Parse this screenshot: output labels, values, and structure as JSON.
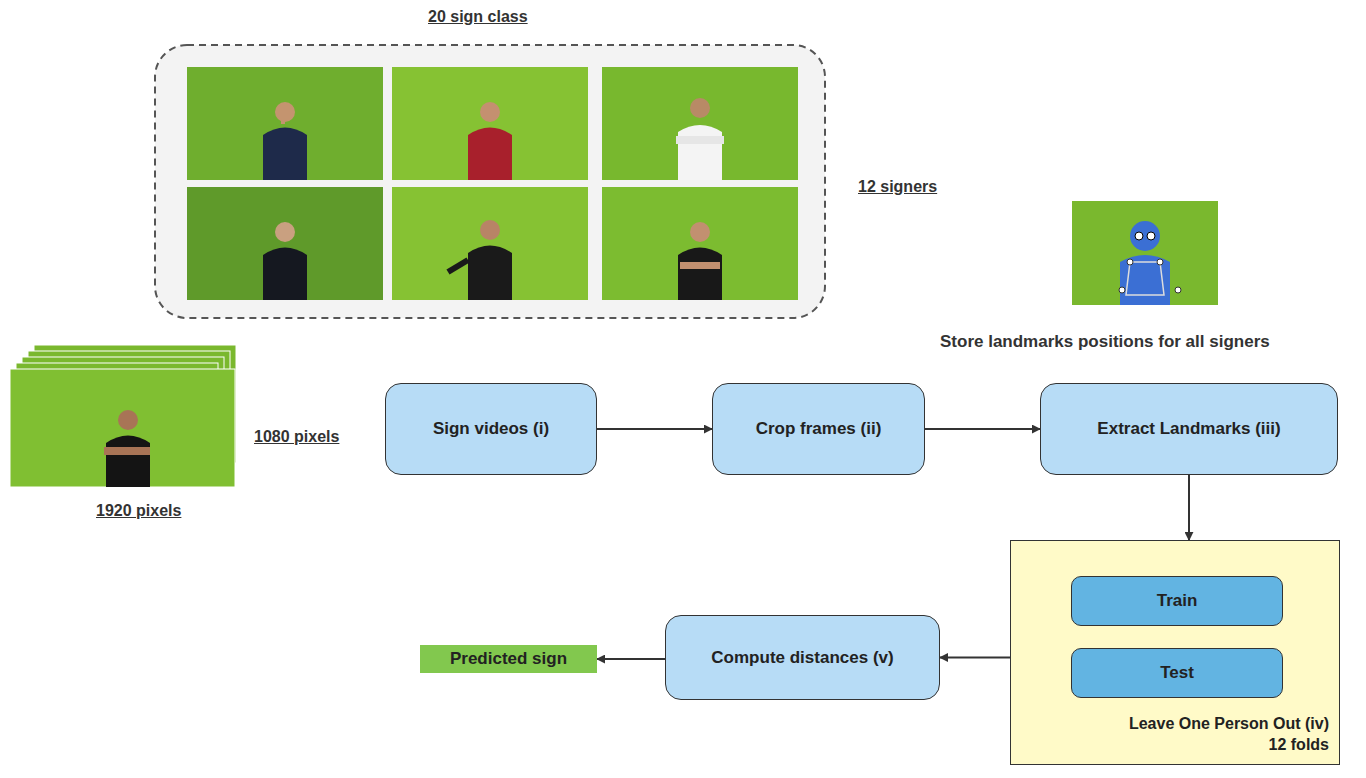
{
  "diagram": {
    "nodes": [
      {
        "text": [
          "Sign videos  (i)"
        ]
      },
      {
        "text": [
          "Crop frames (ii)"
        ]
      },
      {
        "text": [
          "Extract Landmarks (iii)"
        ]
      },
      {
        "text": [
          "Leave One Person Out (iv) 12 folds"
        ]
      },
      {
        "text": [
          "Train"
        ],
        "in": 3
      },
      {
        "text": [
          "Test"
        ],
        "in": 3
      },
      {
        "text": [
          "Compute distances (v)"
        ]
      },
      {
        "text": [
          "Predicted sign"
        ]
      }
    ],
    "edges": [
      {
        "from": 0,
        "to": 1,
        "arrow": "to"
      },
      {
        "from": 1,
        "to": 2,
        "arrow": "to"
      },
      {
        "from": 2,
        "to": 3,
        "arrow": "to"
      },
      {
        "from": 3,
        "to": 6,
        "arrow": "to"
      },
      {
        "from": 6,
        "to": 7,
        "arrow": "to"
      }
    ],
    "labels": [
      "20 sign class",
      "12 signers",
      "1080 pixels",
      "1920 pixels",
      "Store landmarks positions for all signers"
    ]
  }
}
